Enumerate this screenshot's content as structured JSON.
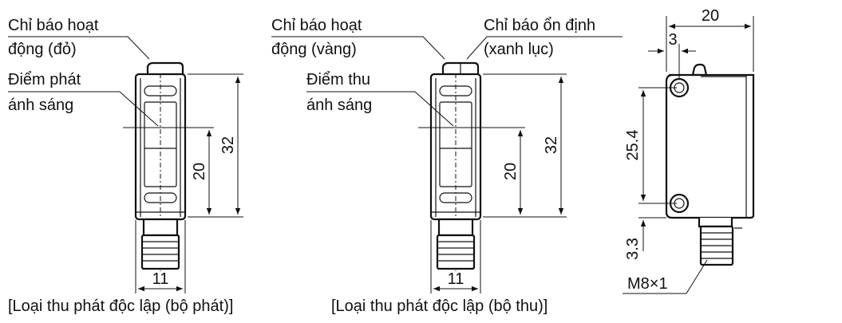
{
  "left_view": {
    "callout_indicator_line1": "Chỉ báo hoạt",
    "callout_indicator_line2": "động (đỏ)",
    "callout_point_line1": "Điểm phát",
    "callout_point_line2": "ánh sáng",
    "dim_height_total": "32",
    "dim_height_offset": "20",
    "dim_width": "11",
    "caption": "[Loại thu phát độc lập (bộ phát)]"
  },
  "middle_view": {
    "callout_op_indicator_line1": "Chỉ báo hoạt",
    "callout_op_indicator_line2": "động (vàng)",
    "callout_stable_indicator_line1": "Chỉ báo ổn định",
    "callout_stable_indicator_line2": "(xanh lục)",
    "callout_point_line1": "Điểm thu",
    "callout_point_line2": "ánh sáng",
    "dim_height_total": "32",
    "dim_height_offset": "20",
    "dim_width": "11",
    "caption": "[Loại thu phát độc lập (bộ thu)]"
  },
  "right_view": {
    "dim_width": "20",
    "dim_hole_offset": "3",
    "dim_hole_pitch": "25.4",
    "dim_bottom": "3.3",
    "connector_label": "M8×1"
  }
}
